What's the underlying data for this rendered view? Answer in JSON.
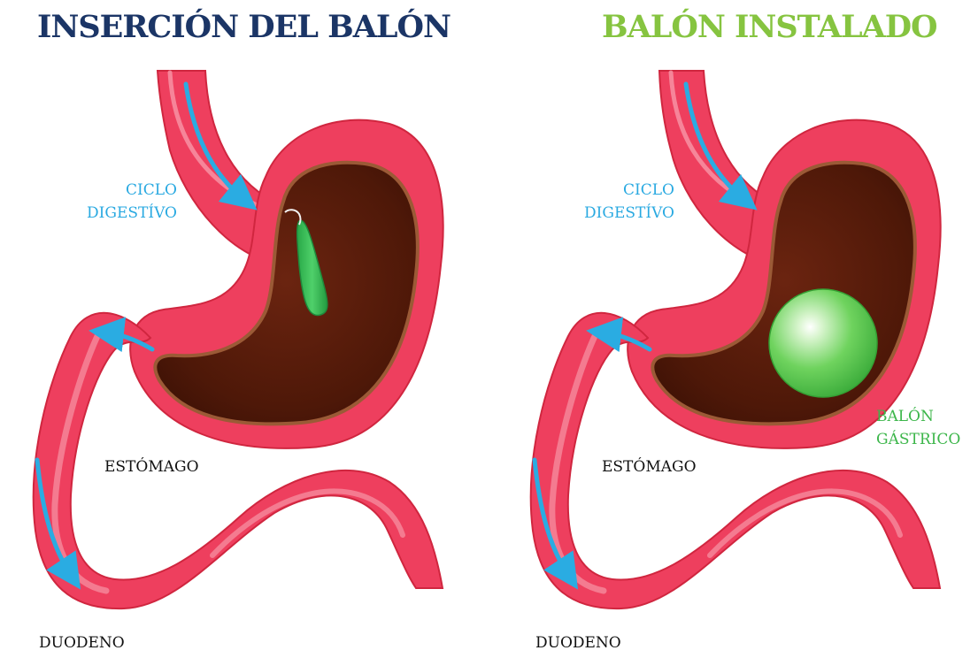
{
  "left_panel": {
    "title": "INSERCIÓN DEL BALÓN",
    "cycle_label_line1": "CICLO",
    "cycle_label_line2": "DIGESTÍVO",
    "stomach_label": "ESTÓMAGO",
    "duodenum_label": "DUODENO"
  },
  "right_panel": {
    "title": "BALÓN INSTALADO",
    "cycle_label_line1": "CICLO",
    "cycle_label_line2": "DIGESTÍVO",
    "stomach_label": "ESTÓMAGO",
    "duodenum_label": "DUODENO",
    "balloon_label_line1": "BALÓN",
    "balloon_label_line2": "GÁSTRICO"
  },
  "colors": {
    "left_title": "#1b3566",
    "right_title": "#86c440",
    "cycle_label": "#29a9e1",
    "organ_text": "#111111",
    "balloon_label": "#3cb64a",
    "tissue": "#ee3f5e",
    "tissue_highlight": "#f9a4b2",
    "tissue_edge": "#d0263f",
    "cavity": "#551a0a",
    "cavity_rim": "#9b5a36",
    "arrow": "#2aace2",
    "balloon_green": "#5fcc55",
    "capsule_green": "#2fb550"
  }
}
